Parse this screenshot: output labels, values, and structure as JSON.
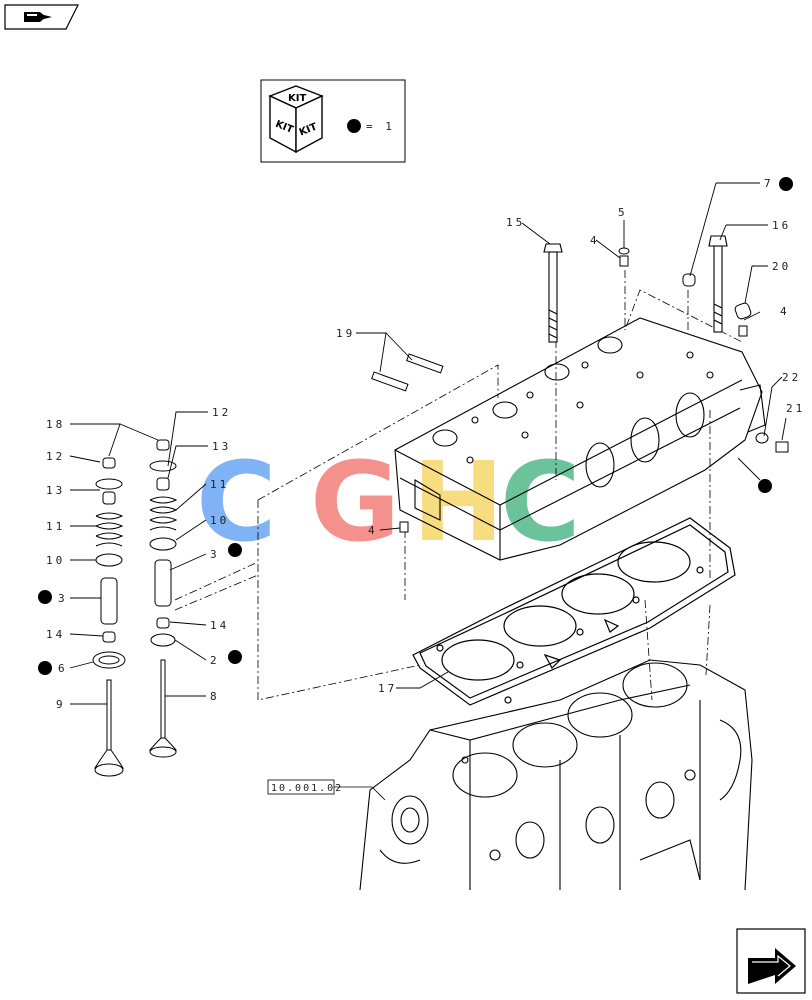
{
  "kit_legend": {
    "face_text": "KIT",
    "equals_text": "= 1"
  },
  "reference": {
    "code": "10.001.02"
  },
  "watermark": {
    "letters": [
      "C",
      "G",
      "H",
      "C"
    ],
    "colors": [
      "#6aa5f5",
      "#f47e7a",
      "#f6d76a",
      "#53b98a"
    ]
  },
  "callouts": [
    {
      "id": "c7",
      "text": "7",
      "kit": true
    },
    {
      "id": "c16",
      "text": "16",
      "kit": false
    },
    {
      "id": "c20",
      "text": "20",
      "kit": false
    },
    {
      "id": "c4r",
      "text": "4",
      "kit": false
    },
    {
      "id": "c22",
      "text": "22",
      "kit": false
    },
    {
      "id": "c21",
      "text": "21",
      "kit": false
    },
    {
      "id": "c15",
      "text": "15",
      "kit": false
    },
    {
      "id": "c5",
      "text": "5",
      "kit": false
    },
    {
      "id": "c4t",
      "text": "4",
      "kit": false
    },
    {
      "id": "c19",
      "text": "19",
      "kit": false
    },
    {
      "id": "c4l",
      "text": "4",
      "kit": false
    },
    {
      "id": "c18",
      "text": "18",
      "kit": false
    },
    {
      "id": "c12r",
      "text": "12",
      "kit": false
    },
    {
      "id": "c12l",
      "text": "12",
      "kit": false
    },
    {
      "id": "c13r",
      "text": "13",
      "kit": false
    },
    {
      "id": "c13l",
      "text": "13",
      "kit": false
    },
    {
      "id": "c11r",
      "text": "11",
      "kit": false
    },
    {
      "id": "c11l",
      "text": "11",
      "kit": false
    },
    {
      "id": "c10r",
      "text": "10",
      "kit": false
    },
    {
      "id": "c10l",
      "text": "10",
      "kit": false
    },
    {
      "id": "c3r",
      "text": "3",
      "kit": false
    },
    {
      "id": "c3l",
      "text": "3",
      "kit": true
    },
    {
      "id": "c14r",
      "text": "14",
      "kit": false
    },
    {
      "id": "c14l",
      "text": "14",
      "kit": false
    },
    {
      "id": "c2",
      "text": "2",
      "kit": true
    },
    {
      "id": "c6",
      "text": "6",
      "kit": true
    },
    {
      "id": "c8",
      "text": "8",
      "kit": false
    },
    {
      "id": "c9",
      "text": "9",
      "kit": false
    },
    {
      "id": "c17",
      "text": "17",
      "kit": false
    }
  ]
}
